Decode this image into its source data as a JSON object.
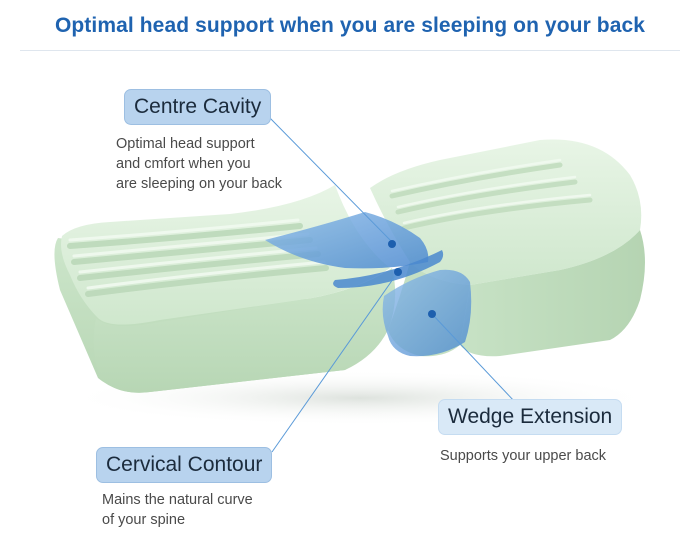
{
  "title": "Optimal head support when you are sleeping on your back",
  "callouts": {
    "centre_cavity": {
      "label": "Centre Cavity",
      "description": "Optimal head support\nand cmfort when you\nare sleeping on your back"
    },
    "cervical_contour": {
      "label": "Cervical Contour",
      "description": "Mains the natural curve\nof your spine"
    },
    "wedge_extension": {
      "label": "Wedge Extension",
      "description": "Supports your upper back"
    }
  },
  "colors": {
    "title": "#1f63b0",
    "pillow": "#d3ecd2",
    "highlight": "#4f8fd2",
    "leader_line": "#5a9ad8"
  }
}
